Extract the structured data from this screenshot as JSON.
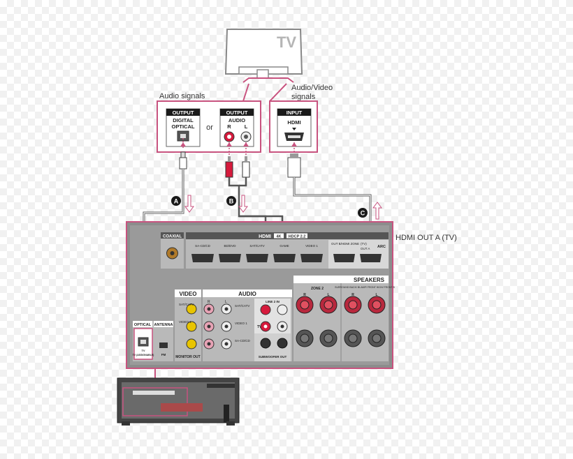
{
  "tv": {
    "label": "TV"
  },
  "labels": {
    "audio_signals": "Audio signals",
    "av_signals_1": "Audio/Video",
    "av_signals_2": "signals",
    "or": "or",
    "hdmi_out_a": "HDMI OUT A (TV)"
  },
  "tv_output_optical": {
    "header": "OUTPUT",
    "line1": "DIGITAL",
    "line2": "OPTICAL"
  },
  "tv_output_audio": {
    "header": "OUTPUT",
    "line1": "AUDIO",
    "r": "R",
    "l": "L"
  },
  "tv_input_hdmi": {
    "header": "INPUT",
    "line1": "HDMI"
  },
  "cables": {
    "a": "A",
    "b": "B",
    "c": "C"
  },
  "receiver": {
    "coaxial": "COAXIAL",
    "hdmi": "HDMI",
    "hdmi_4k": "4K",
    "hdcp": "HDCP 2.2",
    "hdmi_in_labels": [
      "SA-CD/CD",
      "BD/DVD",
      "SAT/CATV",
      "GAME",
      "VIDEO 1"
    ],
    "out_b_label": "OUT B/HDMI ZONE",
    "out_a_label": "OUT A",
    "tv_label": "(TV)",
    "arc": "ARC",
    "video": "VIDEO",
    "audio": "AUDIO",
    "sat_catv": "SAT/CATV",
    "video1": "VIDEO 1",
    "sacd_cd": "SA-CD/CD",
    "tv_in": "TV",
    "line": "LINE 2 IN",
    "monitor_out": "MONITOR OUT",
    "subwoofer_out": "SUBWOOFER OUT",
    "optical": "OPTICAL",
    "antenna": "ANTENNA",
    "fm": "FM",
    "tv_assignable": "TV (ASSIGNABLE)",
    "speakers": "SPEAKERS",
    "zone2": "ZONE 2",
    "surround_back": "SURROUND BACK/ BI-AMP/ FRONT HIGH/ FRONT B",
    "r": "R",
    "l": "L"
  }
}
